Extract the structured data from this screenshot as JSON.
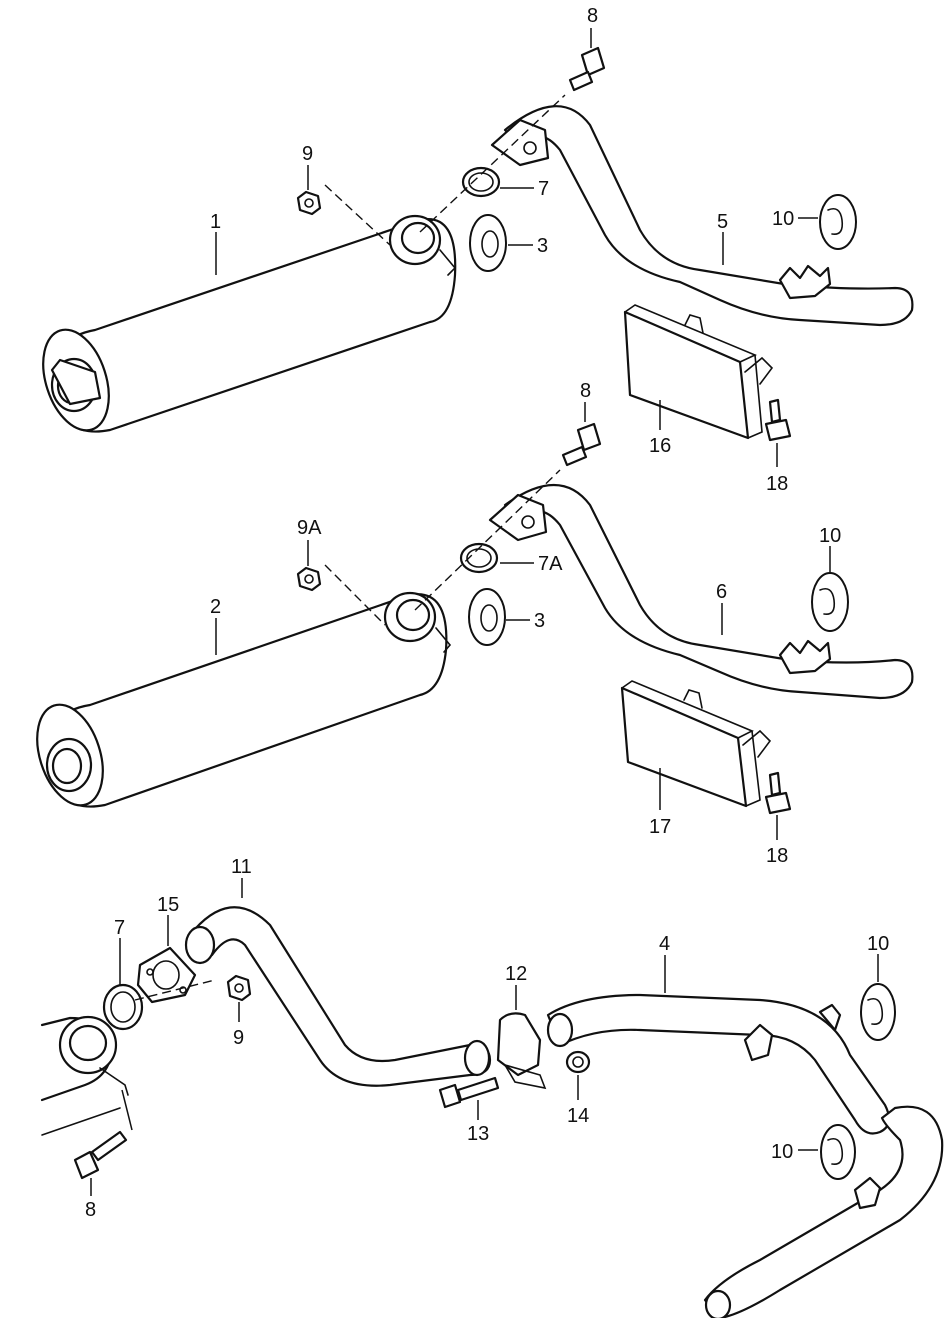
{
  "callouts": [
    {
      "id": "c8a",
      "text": "8"
    },
    {
      "id": "c9a",
      "text": "9"
    },
    {
      "id": "c7a",
      "text": "7"
    },
    {
      "id": "c1",
      "text": "1"
    },
    {
      "id": "c3a",
      "text": "3"
    },
    {
      "id": "c5",
      "text": "5"
    },
    {
      "id": "c10a",
      "text": "10"
    },
    {
      "id": "c16",
      "text": "16"
    },
    {
      "id": "c18a",
      "text": "18"
    },
    {
      "id": "c8b",
      "text": "8"
    },
    {
      "id": "c9A",
      "text": "9A"
    },
    {
      "id": "c7A",
      "text": "7A"
    },
    {
      "id": "c2",
      "text": "2"
    },
    {
      "id": "c3b",
      "text": "3"
    },
    {
      "id": "c10b",
      "text": "10"
    },
    {
      "id": "c6",
      "text": "6"
    },
    {
      "id": "c17",
      "text": "17"
    },
    {
      "id": "c18b",
      "text": "18"
    },
    {
      "id": "c11",
      "text": "11"
    },
    {
      "id": "c15",
      "text": "15"
    },
    {
      "id": "c7c",
      "text": "7"
    },
    {
      "id": "c9c",
      "text": "9"
    },
    {
      "id": "c12",
      "text": "12"
    },
    {
      "id": "c4",
      "text": "4"
    },
    {
      "id": "c10c",
      "text": "10"
    },
    {
      "id": "c13",
      "text": "13"
    },
    {
      "id": "c14",
      "text": "14"
    },
    {
      "id": "c10d",
      "text": "10"
    },
    {
      "id": "c8c",
      "text": "8"
    }
  ]
}
